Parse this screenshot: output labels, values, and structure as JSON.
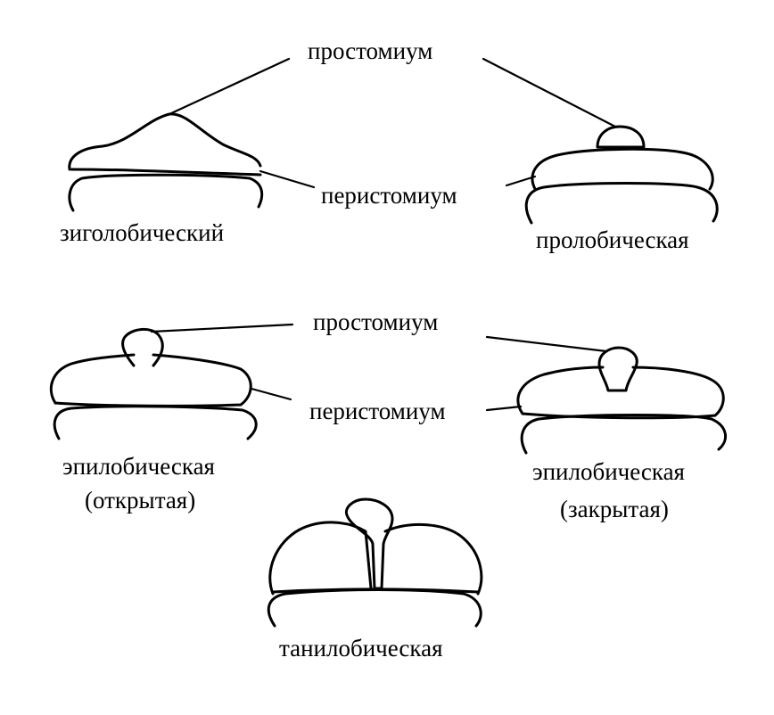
{
  "labels": {
    "prostomium_top": "простомиум",
    "peristomium_top": "перистомиум",
    "zygolobic": "зиголобический",
    "prolobic": "пролобическая",
    "prostomium_mid": "простомиум",
    "peristomium_mid": "перистомиум",
    "epilobic_open_1": "эпилобическая",
    "epilobic_open_2": "(открытая)",
    "epilobic_closed_1": "эпилобическая",
    "epilobic_closed_2": "(закрытая)",
    "tanylobic": "танилобическая"
  }
}
